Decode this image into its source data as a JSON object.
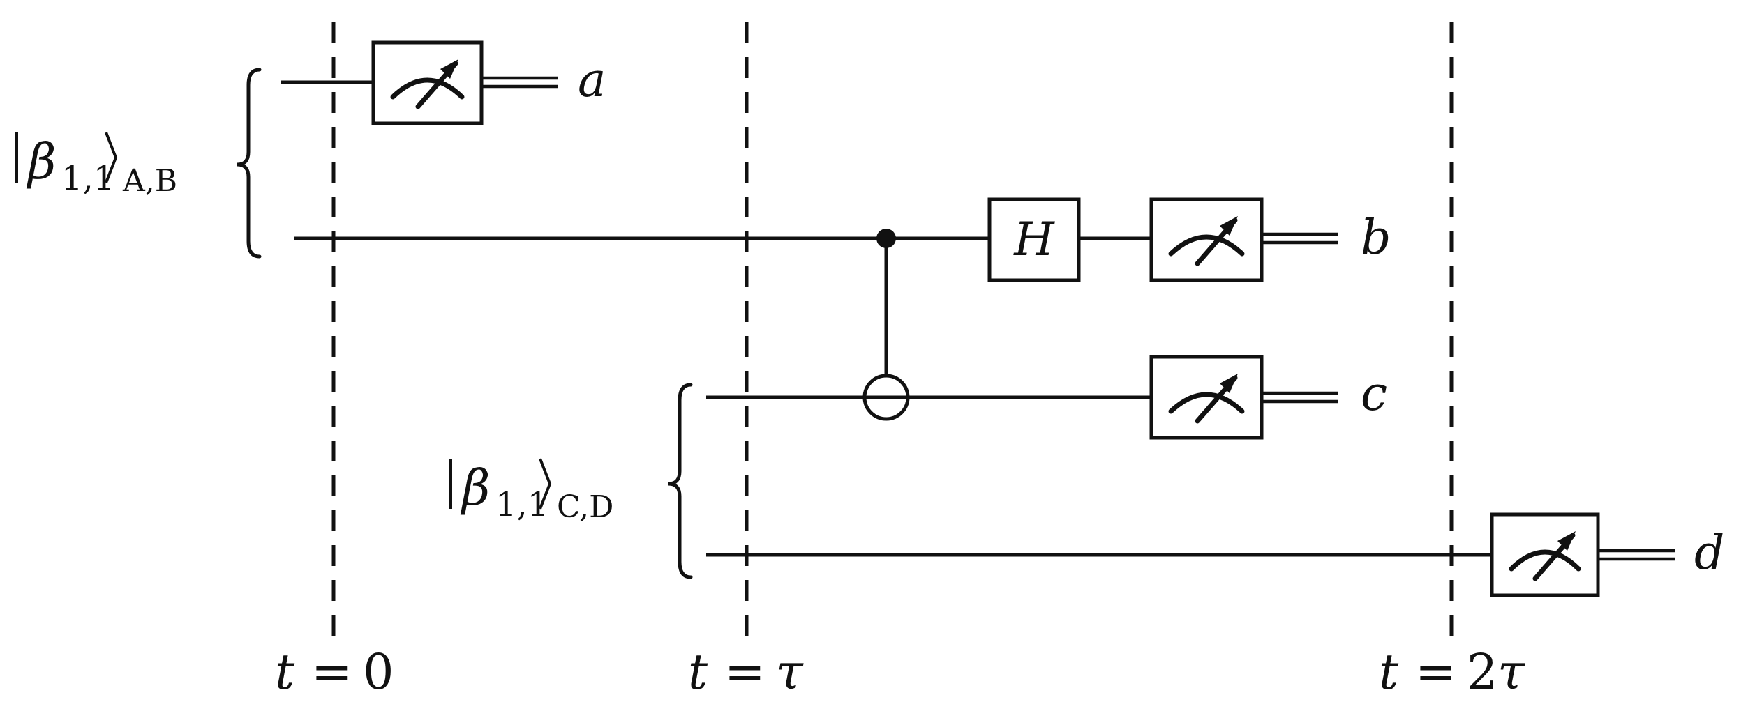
{
  "inputs": {
    "ab": {
      "symbol": "β",
      "subscript": "1,1",
      "register": "A,B"
    },
    "cd": {
      "symbol": "β",
      "subscript": "1,1",
      "register": "C,D"
    }
  },
  "outputs": {
    "a": "a",
    "b": "b",
    "c": "c",
    "d": "d"
  },
  "gates": {
    "hadamard": "H"
  },
  "time_markers": {
    "t0": {
      "var": "t",
      "eq": "=",
      "val": "0"
    },
    "t1": {
      "var": "t",
      "eq": "=",
      "val": "τ"
    },
    "t2": {
      "var": "t",
      "eq": "=",
      "num": "2",
      "val": "τ"
    }
  }
}
